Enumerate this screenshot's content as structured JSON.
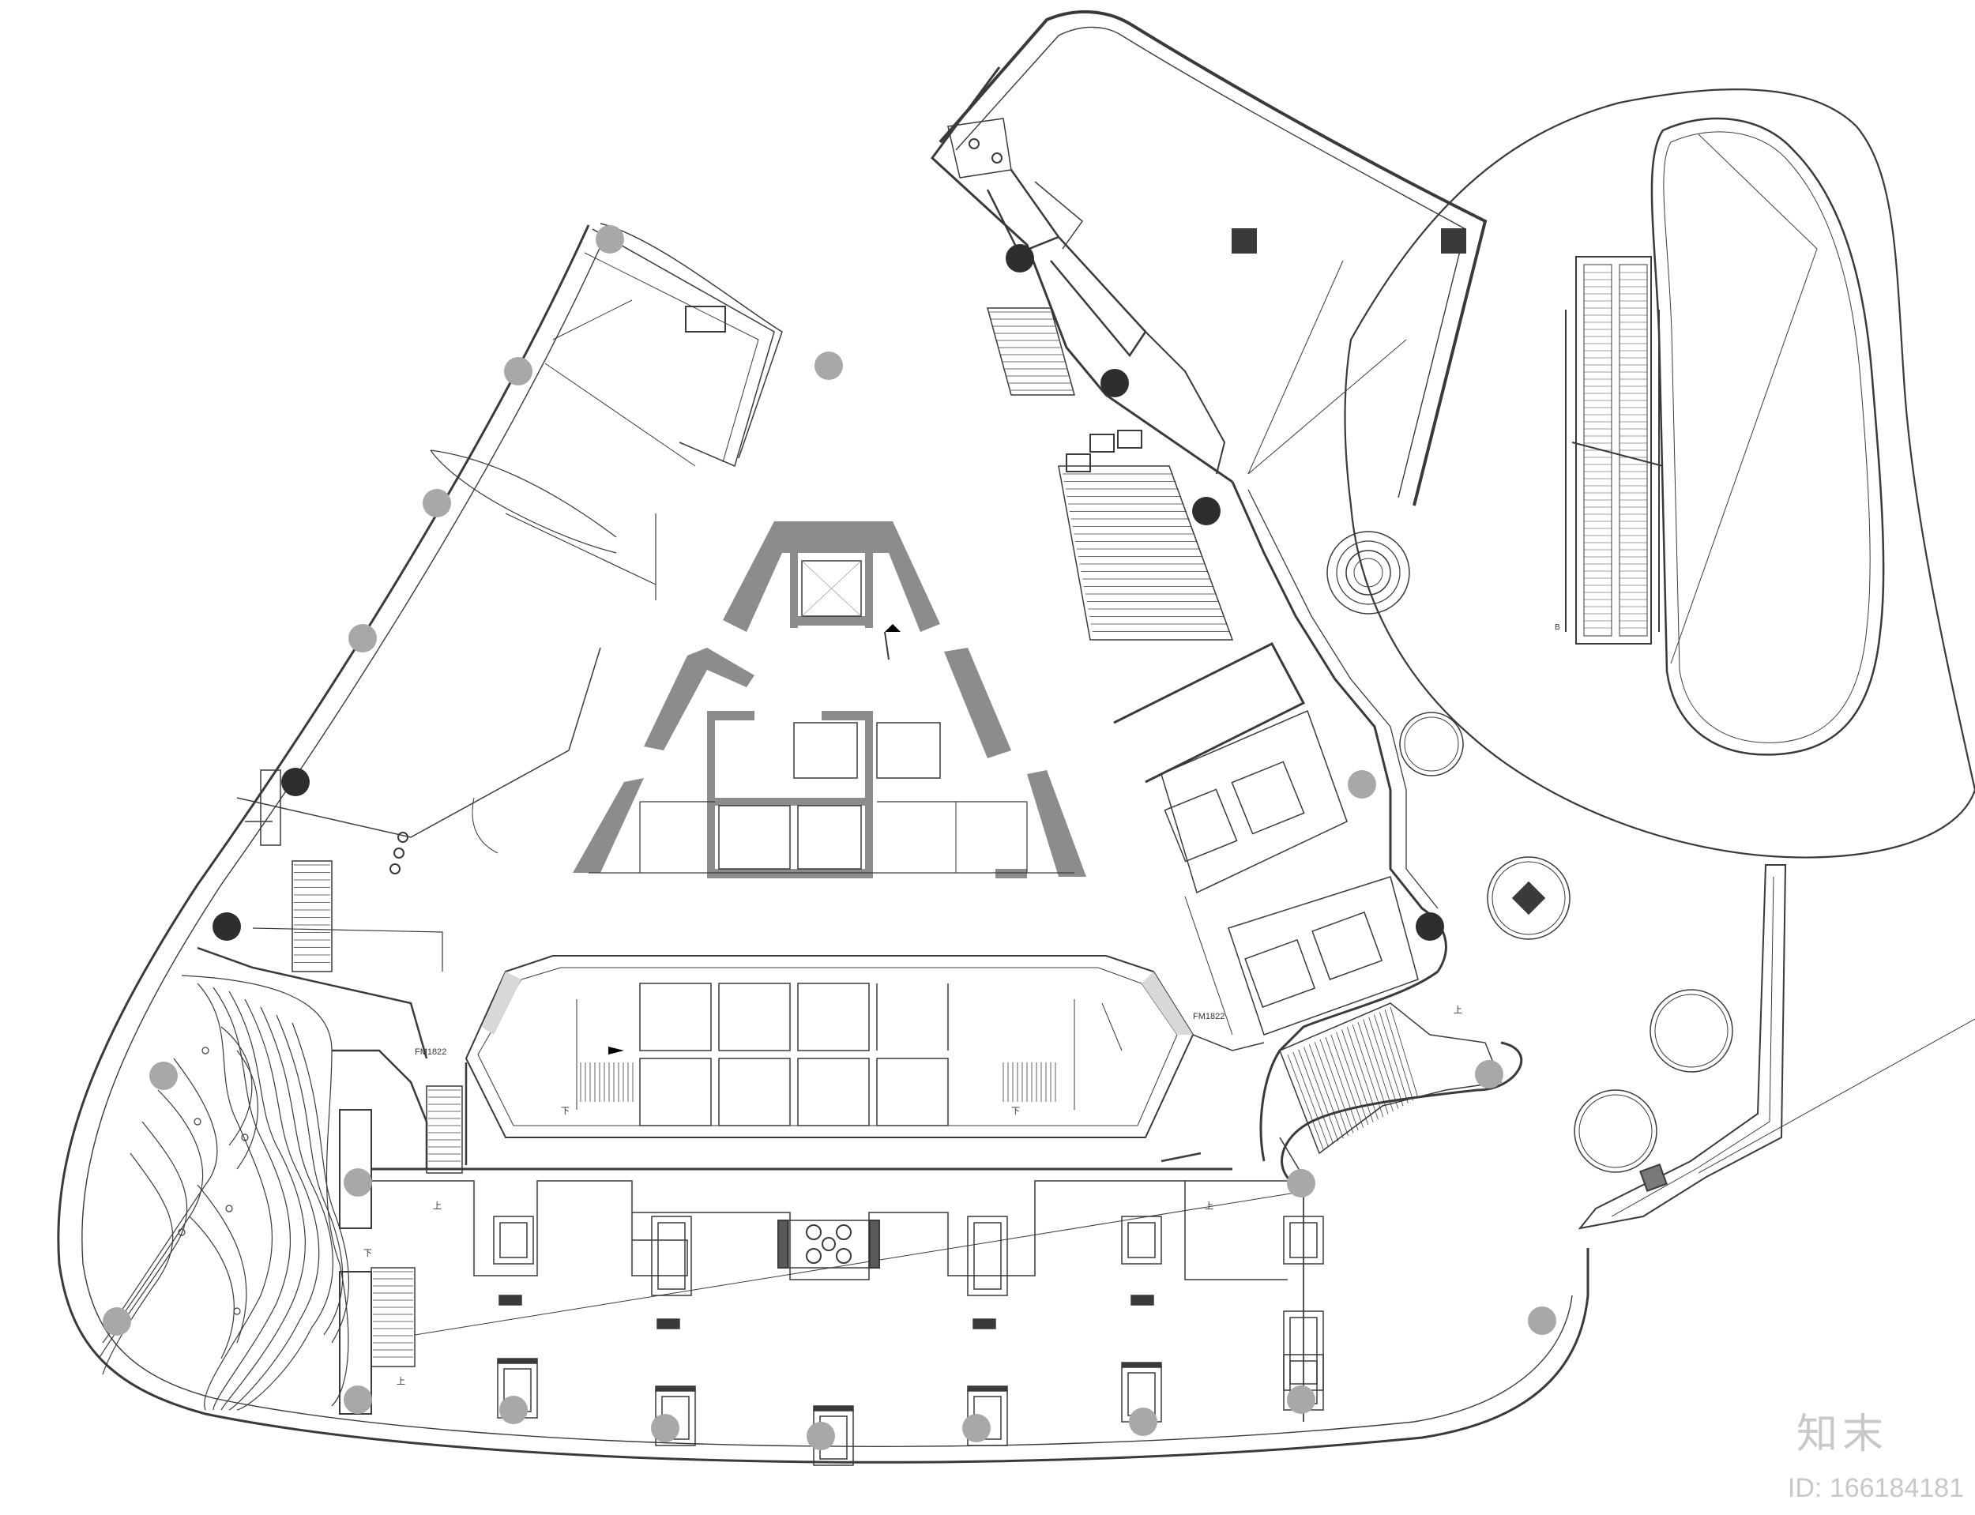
{
  "labels": {
    "door_left": "FM1822",
    "door_right": "FM1822",
    "up_1": "上",
    "up_2": "上",
    "up_3": "上",
    "up_4": "上",
    "down_1": "下",
    "down_2": "下",
    "down_3": "下",
    "corner_B": "B"
  },
  "watermark": {
    "logo": "知末",
    "id": "ID: 166184181"
  },
  "colors": {
    "line": "#3a3a3a",
    "core_gray": "#8c8c8c",
    "column_light": "#a8a8a8",
    "column_dark": "#2e2e2e"
  }
}
